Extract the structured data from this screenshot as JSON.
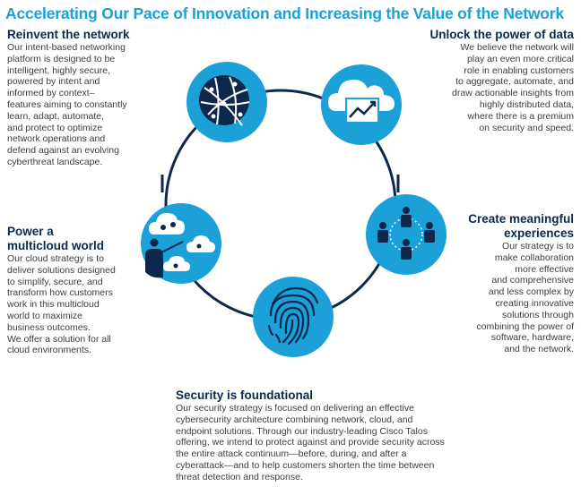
{
  "title": "Accelerating Our Pace of Innovation and Increasing the Value of the Network",
  "colors": {
    "accent": "#1ba0d7",
    "navy": "#0d274d",
    "text": "#3d3d3d"
  },
  "blocks": {
    "reinvent": {
      "heading": "Reinvent the network",
      "body": "Our intent-based networking\nplatform is designed to be\nintelligent, highly secure,\npowered by intent and\ninformed by context–\nfeatures aiming to constantly\nlearn, adapt, automate,\nand protect to optimize\nnetwork operations and\ndefend against an evolving\ncyberthreat landscape.",
      "icon": "globe-icon"
    },
    "unlock": {
      "heading": "Unlock the power of data",
      "body": "We believe the network will\nplay an even more critical\nrole in enabling customers\nto aggregate, automate, and\ndraw actionable insights from\nhighly distributed data,\nwhere there is a premium\non security and speed.",
      "icon": "cloud-chart-icon"
    },
    "power": {
      "heading": "Power a\nmulticloud world",
      "body": "Our cloud strategy is to\ndeliver solutions designed\nto simplify, secure, and\ntransform how customers\nwork in this multicloud\nworld to maximize\nbusiness outcomes.\nWe offer a solution for all\ncloud environments.",
      "icon": "multicloud-icon"
    },
    "create": {
      "heading": "Create meaningful\nexperiences",
      "body": "Our strategy is to\nmake collaboration\nmore effective\nand comprehensive\nand less complex by\ncreating innovative\nsolutions through\ncombining the power of\nsoftware, hardware,\nand the network.",
      "icon": "collaboration-icon"
    },
    "security": {
      "heading": "Security is foundational",
      "body": "Our security strategy is focused on delivering an effective cybersecurity architecture combining network, cloud, and endpoint solutions. Through our industry-leading Cisco Talos offering, we intend to protect against and provide security across the entire attack continuum—before, during, and after a cyberattack—and to help customers shorten the time between threat detection and response.",
      "icon": "fingerprint-icon"
    }
  }
}
